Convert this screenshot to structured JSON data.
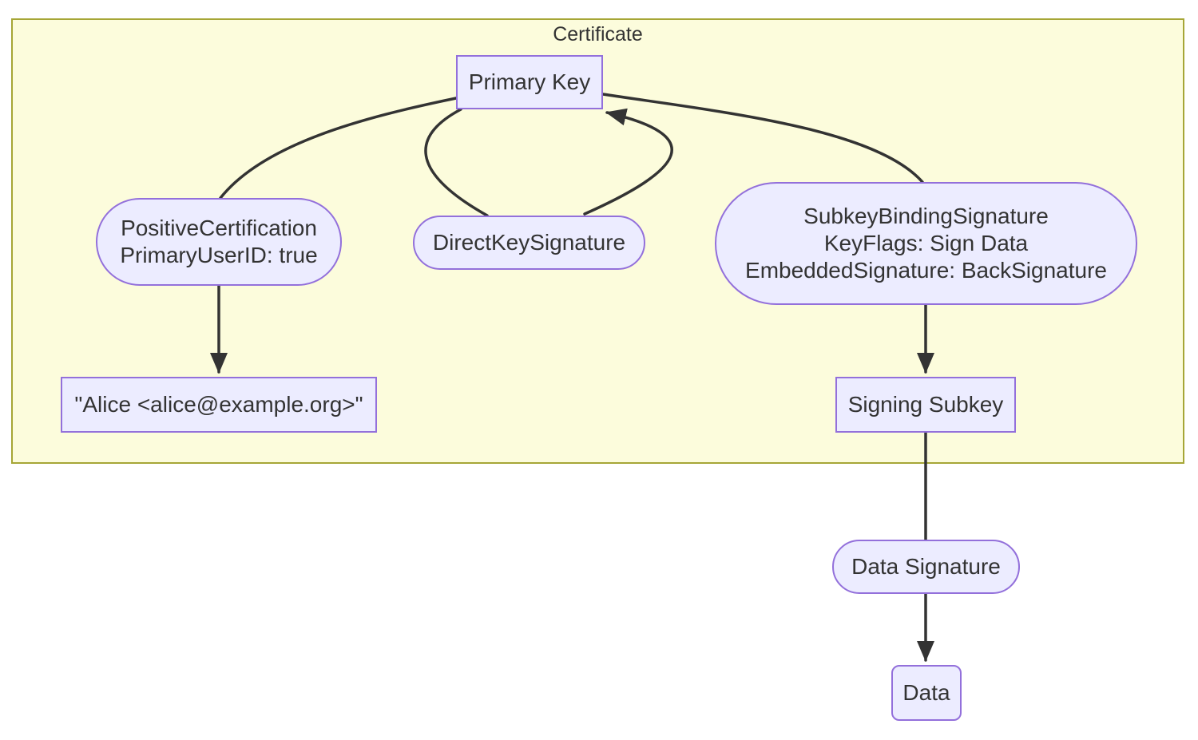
{
  "diagram": {
    "type": "flowchart",
    "title": "Certificate",
    "colors": {
      "cluster_fill": "#fcfcdc",
      "cluster_border": "#a6a636",
      "node_fill": "#ececff",
      "node_border": "#9370db",
      "text": "#333333",
      "edge": "#333333",
      "background": "#ffffff"
    },
    "nodes": {
      "primary_key": {
        "label": "Primary Key",
        "shape": "rectangle",
        "inside_certificate": true
      },
      "positive_certification": {
        "line1": "PositiveCertification",
        "line2": "PrimaryUserID: true",
        "shape": "stadium",
        "inside_certificate": true
      },
      "direct_key_signature": {
        "label": "DirectKeySignature",
        "shape": "stadium",
        "inside_certificate": true
      },
      "subkey_binding_signature": {
        "line1": "SubkeyBindingSignature",
        "line2": "KeyFlags: Sign Data",
        "line3": "EmbeddedSignature: BackSignature",
        "shape": "stadium",
        "inside_certificate": true
      },
      "user_id": {
        "label": "\"Alice <alice@example.org>\"",
        "shape": "rectangle",
        "inside_certificate": true
      },
      "signing_subkey": {
        "label": "Signing Subkey",
        "shape": "rectangle",
        "inside_certificate": true
      },
      "data_signature": {
        "label": "Data Signature",
        "shape": "stadium",
        "inside_certificate": false
      },
      "data": {
        "label": "Data",
        "shape": "rounded-rectangle",
        "inside_certificate": false
      }
    },
    "edges": [
      {
        "from": "primary_key",
        "to": "positive_certification",
        "arrow": false
      },
      {
        "from": "primary_key",
        "to": "direct_key_signature",
        "arrow": false
      },
      {
        "from": "direct_key_signature",
        "to": "primary_key",
        "arrow": true
      },
      {
        "from": "primary_key",
        "to": "subkey_binding_signature",
        "arrow": false
      },
      {
        "from": "positive_certification",
        "to": "user_id",
        "arrow": true
      },
      {
        "from": "subkey_binding_signature",
        "to": "signing_subkey",
        "arrow": true
      },
      {
        "from": "signing_subkey",
        "to": "data_signature",
        "arrow": false
      },
      {
        "from": "data_signature",
        "to": "data",
        "arrow": true
      }
    ]
  }
}
